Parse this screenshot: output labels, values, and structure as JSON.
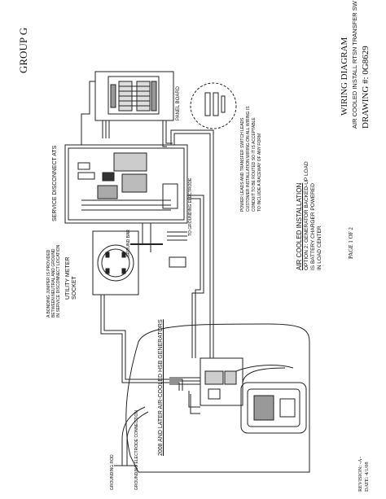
{
  "group_label": "GROUP G",
  "title_block": {
    "title": "WIRING DIAGRAM",
    "subtitle": "AIR COOLED INSTALL RTSN TRANSFER SW",
    "drawing_number": "DRAWING #: 0G8629",
    "page": "PAGE 1 OF 2",
    "revision": "REVISION: -A-",
    "date": "DATE: 4/1/08"
  },
  "installation": {
    "heading": "AIR COOLED INSTALLATION",
    "option_line_1": "OPTION 2: GENERATOR BACKED-UP LOAD",
    "option_line_2": "IS BATTERY CHARGER POWERED",
    "option_line_3": "IN LOAD CENTER"
  },
  "labels": {
    "panel_board": "PANEL BOARD",
    "service_disconnect": "SERVICE DISCONNECT ATS",
    "utility_meter": "UTILITY METER",
    "socket": "SOCKET",
    "grounding_bar": "GROUND BAR",
    "to_grounding_electrode": "TO GROUNDING ELECTRODE",
    "generator_section": "2008 AND LATER AIR-COOLED HSB GENERATORS",
    "grounding_rod": "GROUNDING ROD",
    "grounding_electrode_connection": "GROUNDING ELECTRODE CONNECTION"
  },
  "detail_notes": {
    "line_1": "POWER LEADS AND TRANSFER SWITCH LEADS",
    "line_2": "CUSTOMER INSTALLATION WIRING ON ALL WIRING IS",
    "line_3": "CONDUIT TO BE ROUTED SO IT IS ACCEPTABLE",
    "line_4": "TO INCLUDE A RACEWAY OF ANY FORM"
  },
  "bonding_note": {
    "line_1": "A BONDING JUMPER IS PROVIDED",
    "line_2": "BETWEEN NEUTRAL AND GROUND",
    "line_3": "IN SERVICE DISCONNECT LOCATION"
  }
}
